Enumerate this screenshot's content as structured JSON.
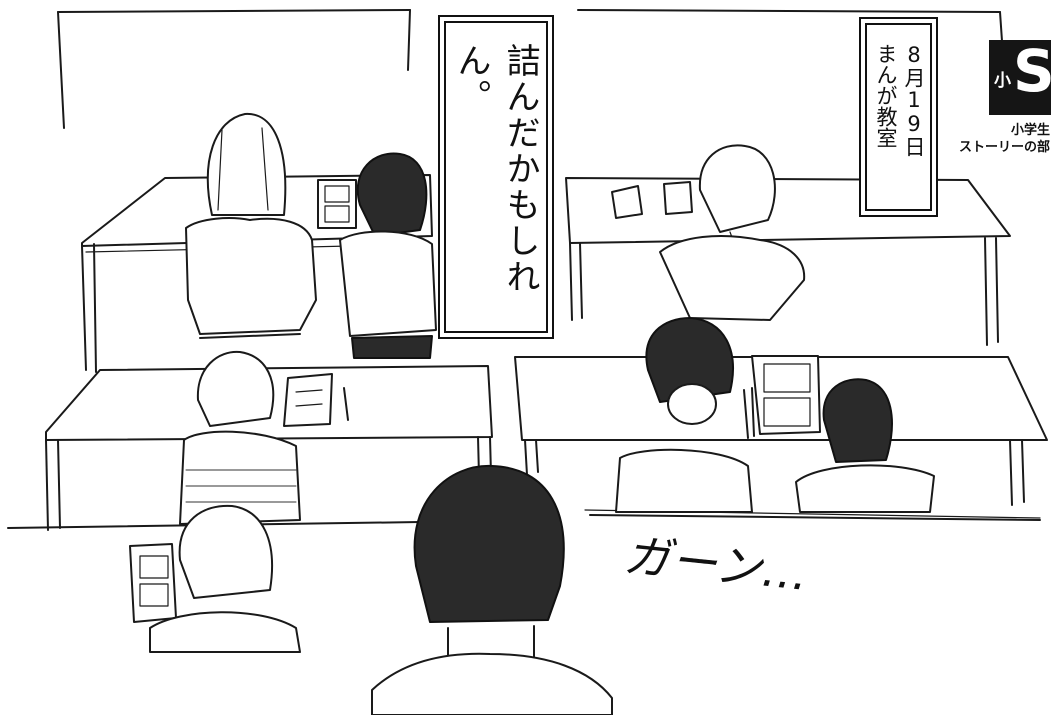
{
  "speech_bubble": {
    "text": "詰んだかもしれん。"
  },
  "date_caption": {
    "line1": "8月19日",
    "line2": "まんが教室"
  },
  "logo": {
    "small_char": "小",
    "big_char": "S",
    "caption_line1": "小学生",
    "caption_line2": "ストーリーの部"
  },
  "sound_effect": {
    "text": "ガーン…"
  },
  "colors": {
    "ink": "#1a1a1a",
    "paper": "#ffffff",
    "logo_bg": "#151515"
  }
}
